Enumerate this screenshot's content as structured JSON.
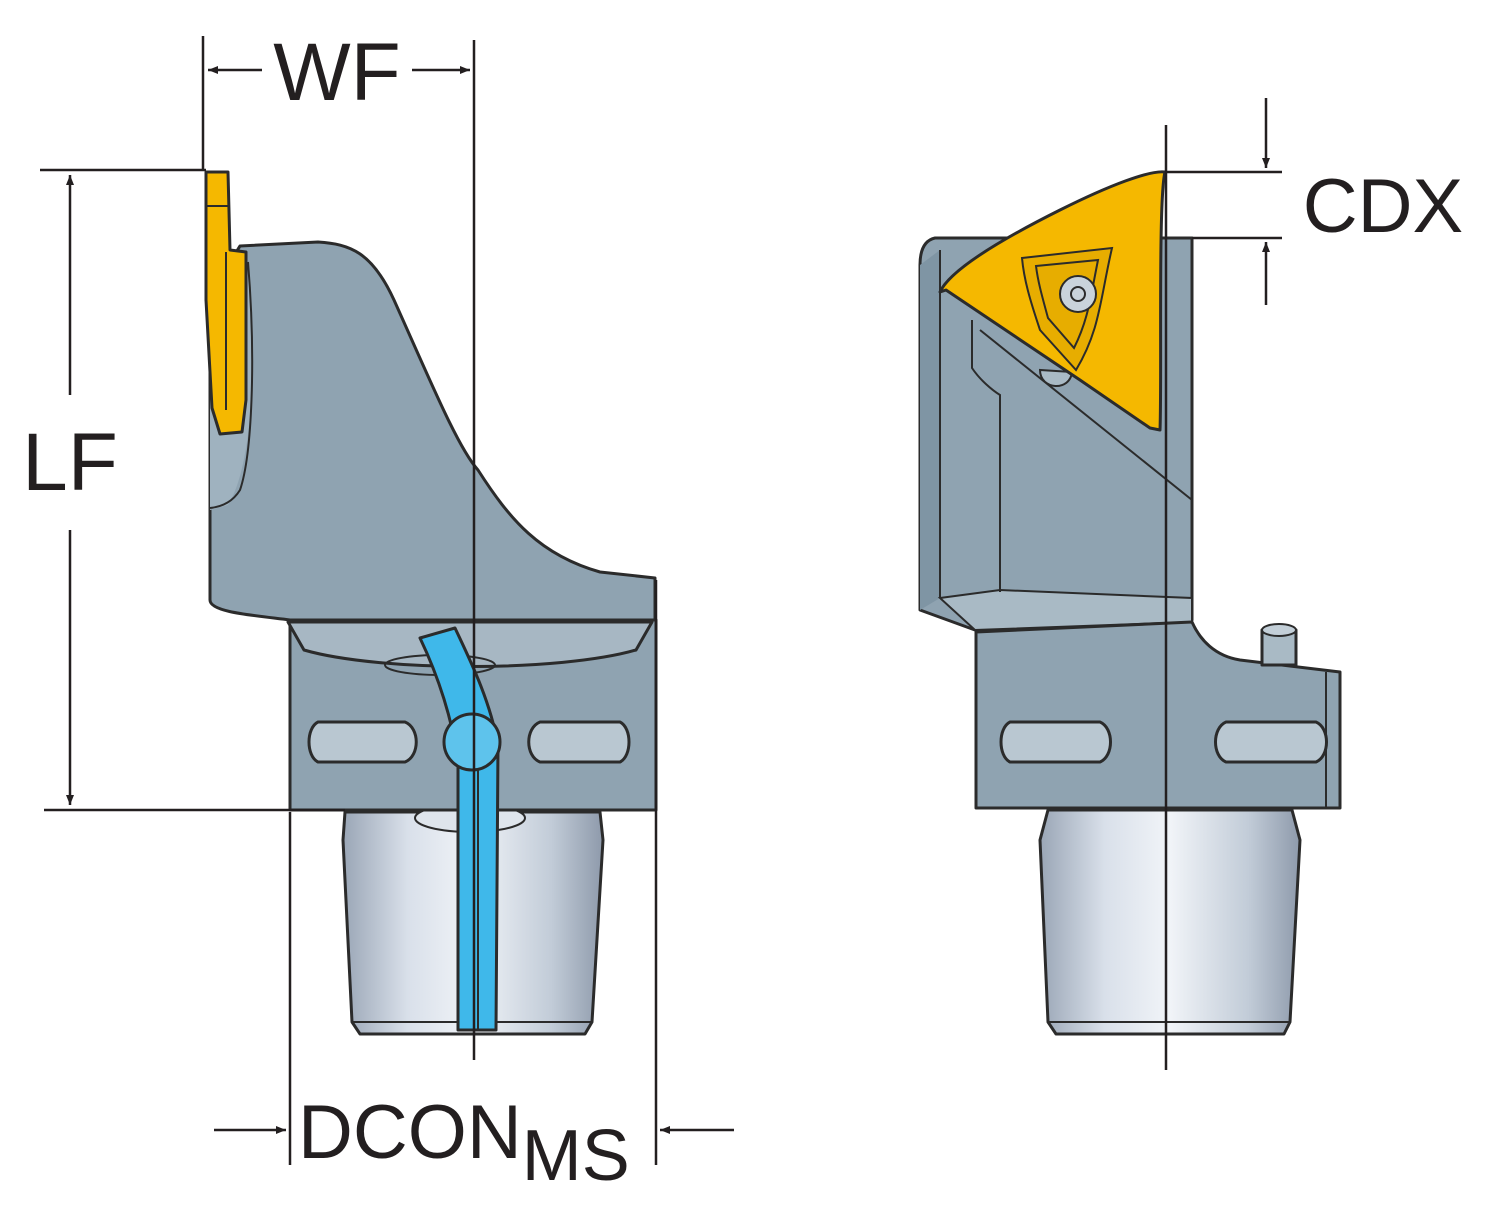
{
  "labels": {
    "wf": "WF",
    "lf": "LF",
    "cdx": "CDX",
    "dcon_main": "DCON",
    "dcon_sub": "MS"
  },
  "colors": {
    "body": "#8fa3b1",
    "body_dark": "#6f8796",
    "body_light": "#a9bac5",
    "insert": "#f5b800",
    "insert_dark": "#c48f00",
    "coolant": "#3fb8ea",
    "shank_light": "#e8ecf2",
    "shank_mid": "#b7c2d0",
    "outline": "#2b2b2b",
    "dimension": "#231f20"
  }
}
